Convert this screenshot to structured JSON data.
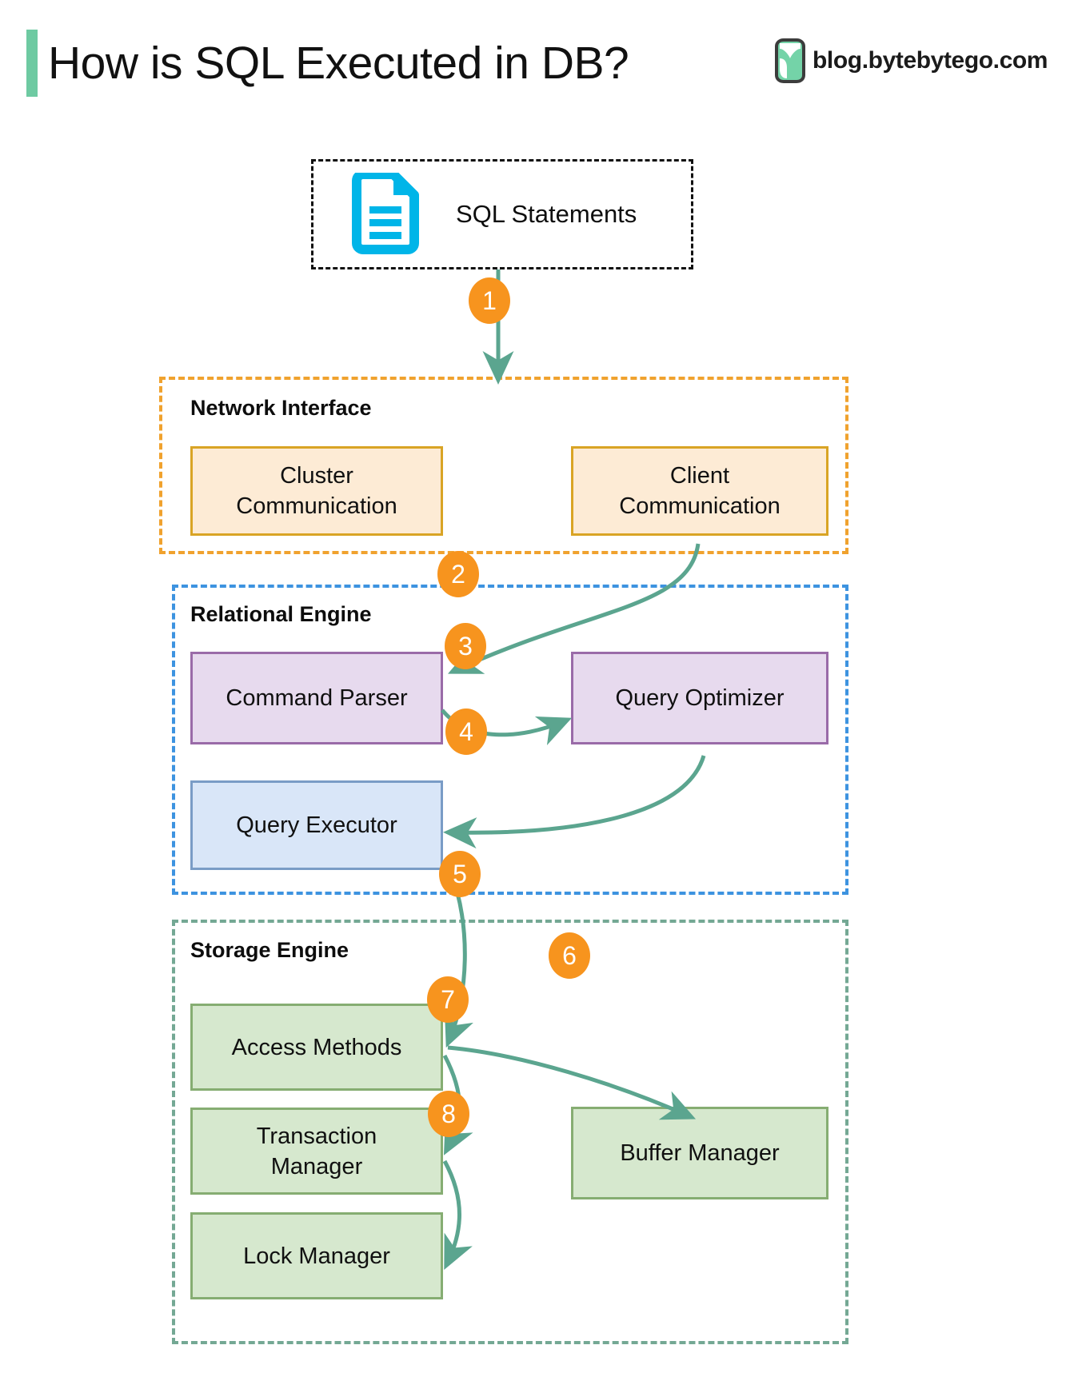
{
  "header": {
    "title": "How is SQL Executed in DB?",
    "brand": "blog.bytebytego.com",
    "accent_color": "#6ecaa2"
  },
  "source": {
    "label": "SQL Statements",
    "icon": "document-icon",
    "icon_color": "#00b5e8",
    "border_style": "dashed",
    "border_color": "#111111"
  },
  "groups": [
    {
      "id": "network-interface",
      "title": "Network Interface",
      "border_color": "#f0a22e",
      "nodes": [
        {
          "id": "cluster-communication",
          "label": "Cluster\nCommunication",
          "color": "orange"
        },
        {
          "id": "client-communication",
          "label": "Client\nCommunication",
          "color": "orange"
        }
      ]
    },
    {
      "id": "relational-engine",
      "title": "Relational Engine",
      "border_color": "#3d93e0",
      "nodes": [
        {
          "id": "command-parser",
          "label": "Command Parser",
          "color": "purple"
        },
        {
          "id": "query-optimizer",
          "label": "Query Optimizer",
          "color": "purple"
        },
        {
          "id": "query-executor",
          "label": "Query Executor",
          "color": "blue"
        }
      ]
    },
    {
      "id": "storage-engine",
      "title": "Storage Engine",
      "border_color": "#74a894",
      "nodes": [
        {
          "id": "access-methods",
          "label": "Access Methods",
          "color": "green"
        },
        {
          "id": "transaction-manager",
          "label": "Transaction\nManager",
          "color": "green"
        },
        {
          "id": "lock-manager",
          "label": "Lock Manager",
          "color": "green"
        },
        {
          "id": "buffer-manager",
          "label": "Buffer Manager",
          "color": "green"
        }
      ]
    }
  ],
  "node_labels": {
    "cluster_communication_line1": "Cluster",
    "cluster_communication_line2": "Communication",
    "client_communication_line1": "Client",
    "client_communication_line2": "Communication",
    "command_parser": "Command Parser",
    "query_optimizer": "Query Optimizer",
    "query_executor": "Query Executor",
    "access_methods": "Access Methods",
    "transaction_manager_line1": "Transaction",
    "transaction_manager_line2": "Manager",
    "lock_manager": "Lock Manager",
    "buffer_manager": "Buffer Manager"
  },
  "group_titles": {
    "network_interface": "Network Interface",
    "relational_engine": "Relational Engine",
    "storage_engine": "Storage Engine"
  },
  "steps": [
    {
      "number": "1",
      "from": "SQL Statements",
      "to": "Network Interface"
    },
    {
      "number": "2",
      "from": "Client Communication",
      "to": "Command Parser"
    },
    {
      "number": "3",
      "from": "Command Parser",
      "to": "Query Optimizer"
    },
    {
      "number": "4",
      "from": "Query Optimizer",
      "to": "Query Executor"
    },
    {
      "number": "5",
      "from": "Query Executor",
      "to": "Access Methods"
    },
    {
      "number": "6",
      "from": "Access Methods",
      "to": "Buffer Manager"
    },
    {
      "number": "7",
      "from": "Access Methods",
      "to": "Transaction Manager"
    },
    {
      "number": "8",
      "from": "Transaction Manager",
      "to": "Lock Manager"
    }
  ],
  "colors": {
    "arrow": "#5ba58f",
    "badge": "#f7941e",
    "orange_fill": "#fdebd5",
    "orange_stroke": "#d9a425",
    "purple_fill": "#e7daee",
    "purple_stroke": "#9a6ba8",
    "blue_fill": "#d9e6f8",
    "blue_stroke": "#7a9cc6",
    "green_fill": "#d6e8ce",
    "green_stroke": "#86ad72"
  }
}
